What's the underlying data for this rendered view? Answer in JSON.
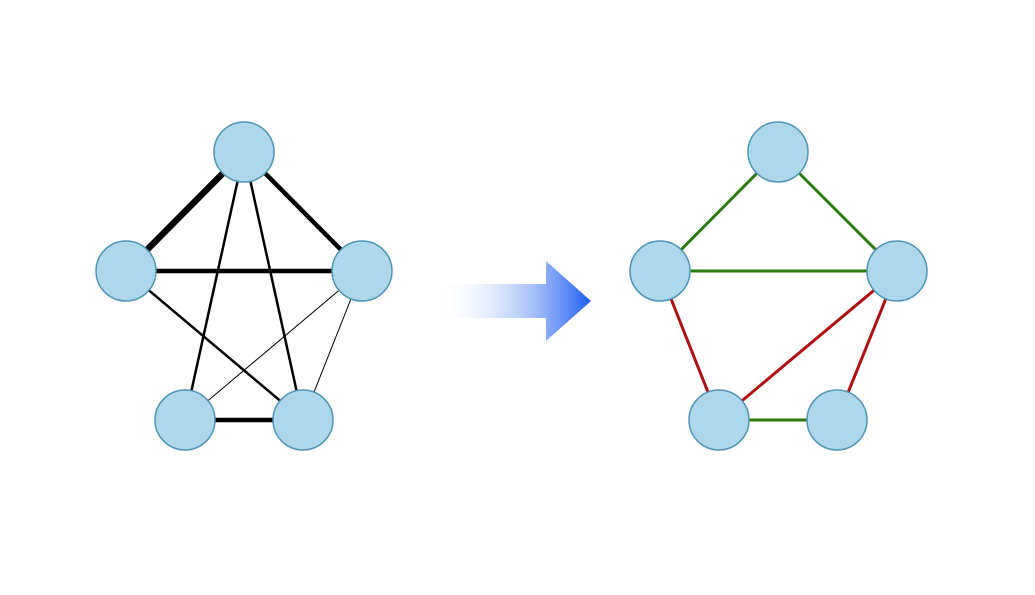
{
  "colors": {
    "node_fill": "#add8ec",
    "node_stroke": "#4f94b5",
    "input_edge": "#000000",
    "kept_edge": "#2d7a10",
    "removed_edge": "#b01010",
    "arrow_start": "#ffffff",
    "arrow_end": "#1a5cf0"
  },
  "left_graph": {
    "nodes": [
      "top",
      "left",
      "right",
      "bottom-left",
      "bottom-right"
    ],
    "edges": [
      {
        "from": "top",
        "to": "left",
        "weight": "heavy"
      },
      {
        "from": "top",
        "to": "right",
        "weight": "medium"
      },
      {
        "from": "left",
        "to": "right",
        "weight": "medium"
      },
      {
        "from": "bottom-left",
        "to": "bottom-right",
        "weight": "medium"
      },
      {
        "from": "top",
        "to": "bottom-left",
        "weight": "normal"
      },
      {
        "from": "top",
        "to": "bottom-right",
        "weight": "normal"
      },
      {
        "from": "left",
        "to": "bottom-right",
        "weight": "normal"
      },
      {
        "from": "right",
        "to": "bottom-left",
        "weight": "thin"
      },
      {
        "from": "right",
        "to": "bottom-right",
        "weight": "thin"
      }
    ]
  },
  "right_graph": {
    "nodes": [
      "top",
      "left",
      "right",
      "bottom-left",
      "bottom-right"
    ],
    "edges": [
      {
        "from": "top",
        "to": "left",
        "status": "kept"
      },
      {
        "from": "top",
        "to": "right",
        "status": "kept"
      },
      {
        "from": "left",
        "to": "right",
        "status": "kept"
      },
      {
        "from": "bottom-left",
        "to": "bottom-right",
        "status": "kept"
      },
      {
        "from": "left",
        "to": "bottom-left",
        "status": "removed"
      },
      {
        "from": "right",
        "to": "bottom-left",
        "status": "removed"
      },
      {
        "from": "right",
        "to": "bottom-right",
        "status": "removed"
      }
    ]
  },
  "arrow": {
    "direction": "right",
    "style": "gradient"
  }
}
